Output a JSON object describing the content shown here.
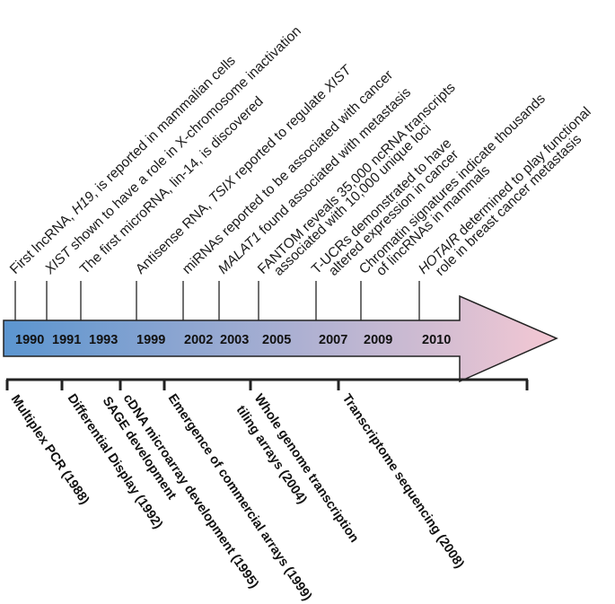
{
  "arrow_gradient": {
    "start": "#5b95d0",
    "end": "#f4c8d3"
  },
  "years": [
    "1990",
    "1991",
    "1993",
    "1999",
    "2002",
    "2003",
    "2005",
    "2007",
    "2009",
    "2010"
  ],
  "events": [
    {
      "parts": [
        [
          "First lncRNA, ",
          false
        ],
        [
          "H19",
          true
        ],
        [
          ", is reported in mammalian cells",
          false
        ]
      ]
    },
    {
      "parts": [
        [
          "XIST",
          true
        ],
        [
          " shown to have a role in X-chromosome inactivation",
          false
        ]
      ]
    },
    {
      "parts": [
        [
          "The first microRNA, lin-14, is discovered",
          false
        ]
      ]
    },
    {
      "parts": [
        [
          "Antisense RNA, ",
          false
        ],
        [
          "TSIX",
          true
        ],
        [
          " reported to regulate ",
          false
        ],
        [
          "XIST",
          true
        ]
      ]
    },
    {
      "parts": [
        [
          "miRNAs reported to be associated with cancer",
          false
        ]
      ]
    },
    {
      "parts": [
        [
          "MALAT1",
          true
        ],
        [
          " found associated with metastasis",
          false
        ]
      ]
    },
    {
      "parts": [
        [
          "FANTOM reveals 35,000 ncRNA transcripts",
          false
        ]
      ],
      "line2": "associated with 10,000 unique loci"
    },
    {
      "parts": [
        [
          "T-UCRs demonstrated to have",
          false
        ]
      ],
      "line2": "altered expression in cancer"
    },
    {
      "parts": [
        [
          "Chromatin signatures indicate thousands",
          false
        ]
      ],
      "line2": "of lincRNAs in mammals"
    },
    {
      "parts": [
        [
          "HOTAIR",
          true
        ],
        [
          " determined to play functional",
          false
        ]
      ],
      "line2": "role in breast cancer metastasis"
    }
  ],
  "technologies": [
    "Multiplex PCR (1988)",
    "Differential Display (1992)",
    "SAGE development",
    "cDNA microarray development (1995)",
    "Emergence of commercial arrays (1999)",
    "Whole genome transcription",
    "tiling arrays (2004)",
    "Transcriptome sequencing (2008)"
  ]
}
